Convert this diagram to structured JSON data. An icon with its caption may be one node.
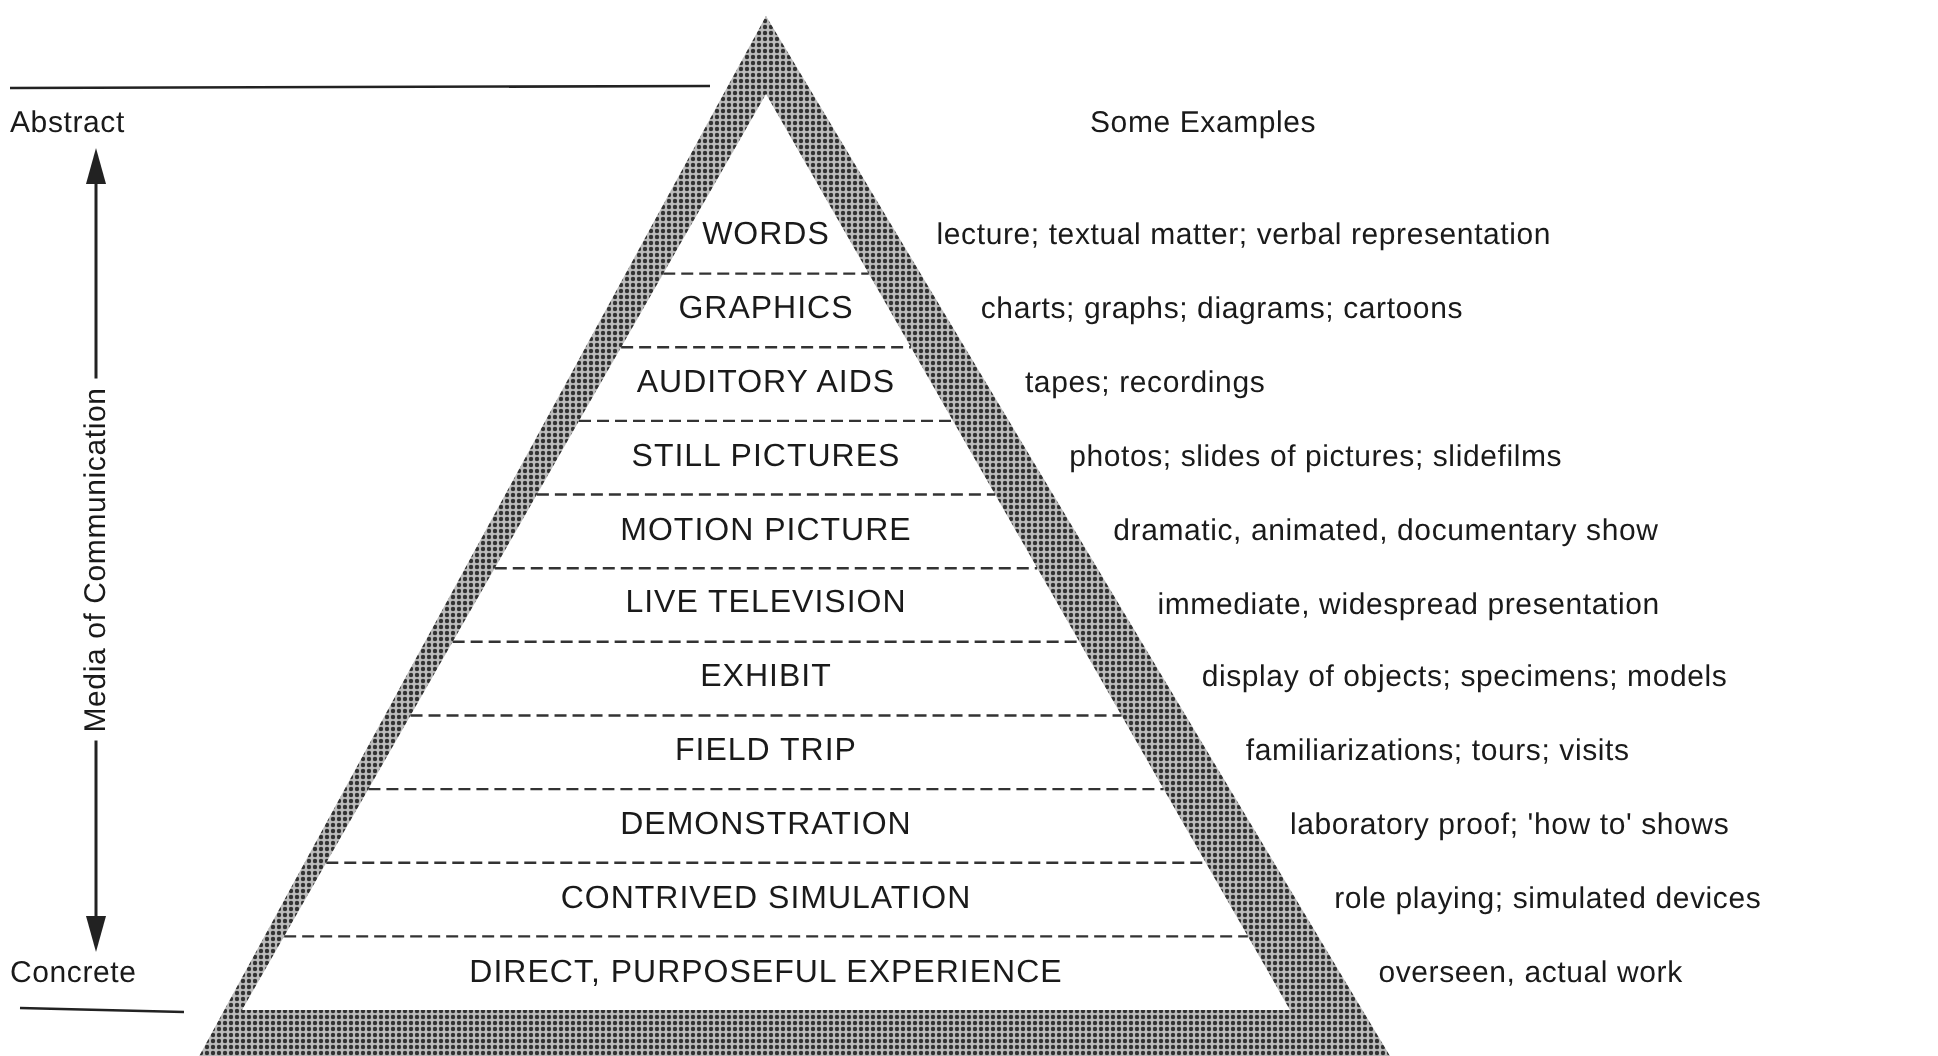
{
  "diagram": {
    "nodes": [
      {
        "text": [
          "WORDS"
        ]
      },
      {
        "text": [
          "GRAPHICS"
        ]
      },
      {
        "text": [
          "AUDITORY AIDS"
        ]
      },
      {
        "text": [
          "STILL PICTURES"
        ]
      },
      {
        "text": [
          "MOTION PICTURE"
        ]
      },
      {
        "text": [
          "LIVE TELEVISION"
        ]
      },
      {
        "text": [
          "EXHIBIT"
        ]
      },
      {
        "text": [
          "FIELD TRIP"
        ]
      },
      {
        "text": [
          "DEMONSTRATION"
        ]
      },
      {
        "text": [
          "CONTRIVED SIMULATION"
        ]
      },
      {
        "text": [
          "DIRECT, PURPOSEFUL EXPERIENCE"
        ]
      }
    ],
    "edges": [],
    "labels": [
      "Abstract",
      "Some Examples",
      "lecture; textual matter; verbal representation",
      "charts; graphs; diagrams; cartoons",
      "tapes; recordings",
      "photos; slides of pictures; slidefilms",
      "dramatic, animated, documentary show",
      "immediate, widespread presentation",
      "display of objects; specimens; models",
      "familiarizations; tours; visits",
      "laboratory proof; 'how to' shows",
      "role playing; simulated devices",
      "overseen, actual work",
      "Media of Communication",
      "Concrete"
    ]
  }
}
